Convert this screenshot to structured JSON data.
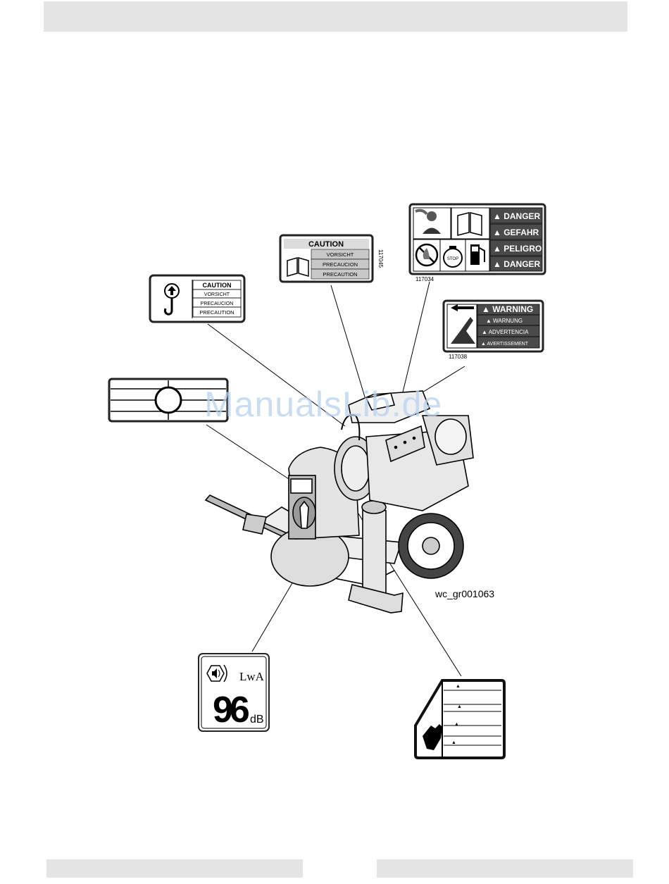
{
  "labels": {
    "lift": {
      "lines": [
        "CAUTION",
        "VORSICHT",
        "PRECAUCION",
        "PRECAUTION"
      ]
    },
    "read_manual": {
      "lines": [
        "CAUTION",
        "VORSICHT",
        "PRECAUCION",
        "PRECAUTION"
      ],
      "part": "117045"
    },
    "danger": {
      "lines": [
        "DANGER",
        "GEFAHR",
        "PELIGRO",
        "DANGER"
      ],
      "stop": "STOP",
      "part": "117034"
    },
    "warning": {
      "lines": [
        "WARNING",
        "WARNUNG",
        "ADVERTENCIA",
        "AVERTISSEMENT"
      ],
      "part": "117038"
    },
    "sound": {
      "value": "96",
      "unit": "dB",
      "lwa": "LwA"
    }
  },
  "figure_id": "wc_gr001063",
  "watermark": "ManualsLib.de"
}
